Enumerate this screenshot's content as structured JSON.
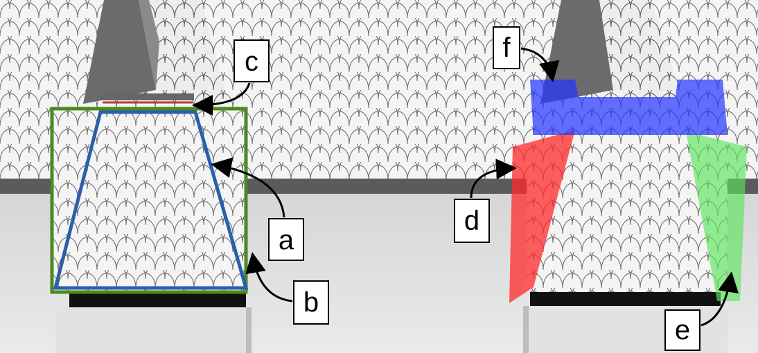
{
  "labels": {
    "a": "a",
    "b": "b",
    "c": "c",
    "d": "d",
    "e": "e",
    "f": "f"
  },
  "colors": {
    "background_wall": "#d9d9d9",
    "roof_tiles": "#f4f4f4",
    "tile_stroke": "#6a6a6a",
    "eave_band": "#5b5b5b",
    "chimney_dark": "#6b6b6b",
    "chimney_light": "#dcdcdc",
    "green_outline": "#4a8a1e",
    "blue_outline": "#2a5faa",
    "red_line": "#c0392b",
    "overlay_red": "#ff2a2a",
    "overlay_green": "#5ce35c",
    "overlay_blue": "#2233ff",
    "label_border": "#000000"
  }
}
